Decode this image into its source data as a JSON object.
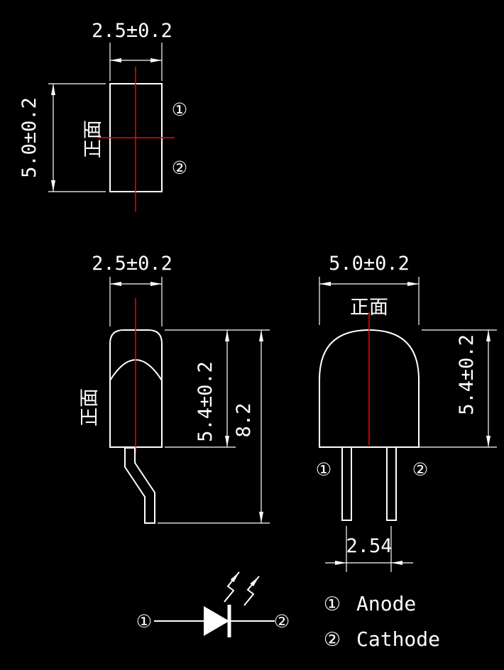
{
  "drawing": {
    "colors": {
      "background": "#000000",
      "outline": "#ffffff",
      "centerline": "#ff0000",
      "text": "#ffffff"
    },
    "top_view": {
      "width_dim": "2.5±0.2",
      "height_dim": "5.0±0.2",
      "face_label": "正面",
      "pin1_marker": "①",
      "pin2_marker": "②"
    },
    "side_view": {
      "width_dim": "2.5±0.2",
      "face_label": "正面",
      "body_height_dim": "5.4±0.2",
      "overall_height_dim": "8.2"
    },
    "front_view": {
      "width_dim": "5.0±0.2",
      "face_label": "正面",
      "body_height_dim": "5.4±0.2",
      "lead_pitch_dim": "2.54",
      "pin1_marker": "①",
      "pin2_marker": "②"
    },
    "schematic": {
      "pin1_marker": "①",
      "pin2_marker": "②"
    },
    "legend": {
      "pin1_marker": "①",
      "pin1_label": "Anode",
      "pin2_marker": "②",
      "pin2_label": "Cathode"
    }
  }
}
